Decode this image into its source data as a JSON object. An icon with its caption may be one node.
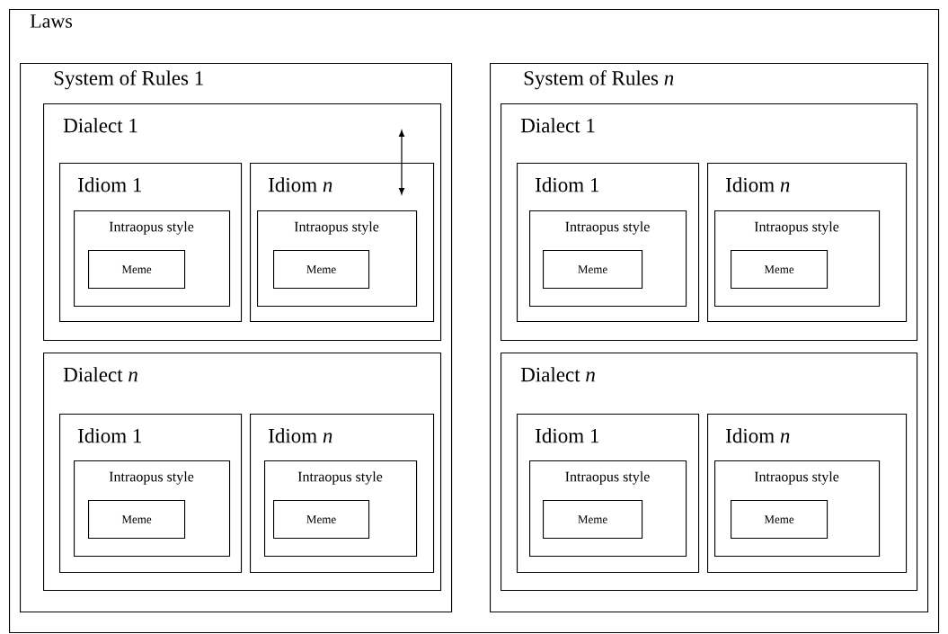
{
  "diagram": {
    "nodes": [
      {
        "text": [
          "Laws"
        ]
      },
      {
        "text": [
          "System of Rules 1"
        ],
        "in": 0
      },
      {
        "text": [
          "Dialect 1"
        ],
        "in": 1
      },
      {
        "text": [
          "Idiom 1"
        ],
        "in": 2
      },
      {
        "text": [
          "Intraopus style"
        ],
        "in": 3
      },
      {
        "text": [
          "Meme"
        ],
        "in": 4
      },
      {
        "text": [
          "Idiom *n*"
        ],
        "in": 2
      },
      {
        "text": [
          "Intraopus style"
        ],
        "in": 6
      },
      {
        "text": [
          "Meme"
        ],
        "in": 7
      },
      {
        "text": [
          "Dialect *n*"
        ],
        "in": 1
      },
      {
        "text": [
          "Idiom 1"
        ],
        "in": 9
      },
      {
        "text": [
          "Intraopus style"
        ],
        "in": 10
      },
      {
        "text": [
          "Meme"
        ],
        "in": 11
      },
      {
        "text": [
          "Idiom *n*"
        ],
        "in": 9
      },
      {
        "text": [
          "Intraopus style"
        ],
        "in": 13
      },
      {
        "text": [
          "Meme"
        ],
        "in": 14
      },
      {
        "text": [
          "System of Rules *n*"
        ],
        "in": 0
      },
      {
        "text": [
          "Dialect 1"
        ],
        "in": 16
      },
      {
        "text": [
          "Idiom 1"
        ],
        "in": 17
      },
      {
        "text": [
          "Intraopus style"
        ],
        "in": 18
      },
      {
        "text": [
          "Meme"
        ],
        "in": 19
      },
      {
        "text": [
          "Idiom *n*"
        ],
        "in": 17
      },
      {
        "text": [
          "Intraopus style"
        ],
        "in": 21
      },
      {
        "text": [
          "Meme"
        ],
        "in": 22
      },
      {
        "text": [
          "Dialect *n*"
        ],
        "in": 16
      },
      {
        "text": [
          "Idiom 1"
        ],
        "in": 24
      },
      {
        "text": [
          "Intraopus style"
        ],
        "in": 25
      },
      {
        "text": [
          "Meme"
        ],
        "in": 26
      },
      {
        "text": [
          "Idiom *n*"
        ],
        "in": 24
      },
      {
        "text": [
          "Intraopus style"
        ],
        "in": 28
      },
      {
        "text": [
          "Meme"
        ],
        "in": 29
      }
    ]
  }
}
